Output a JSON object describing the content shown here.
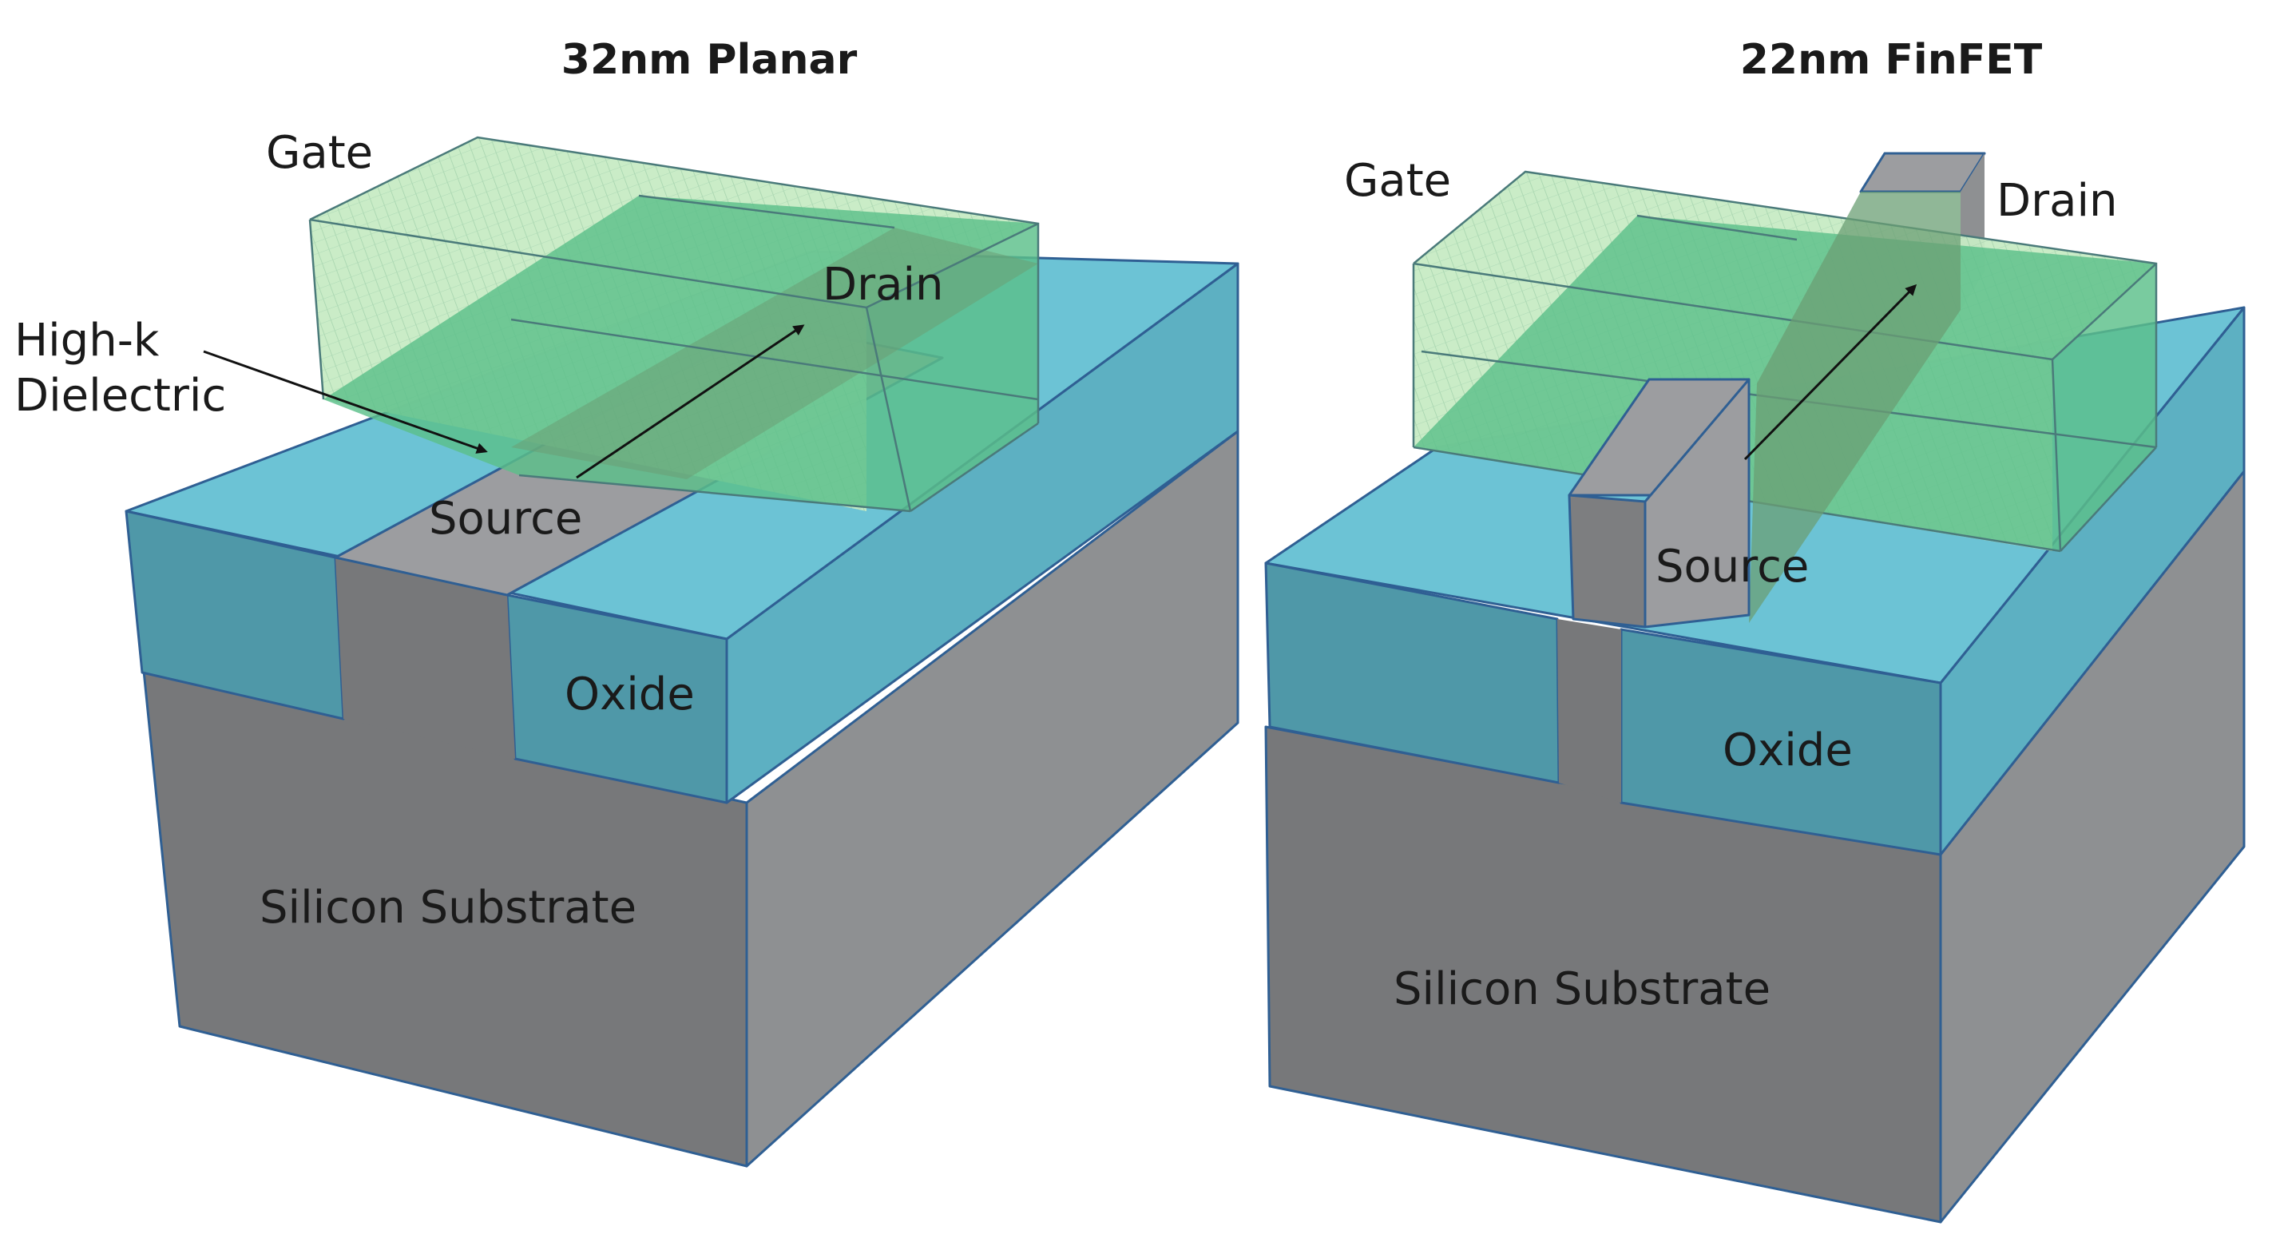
{
  "planar": {
    "title": "32nm Planar",
    "gate_label": "Gate",
    "dielectric_label_line1": "High-k",
    "dielectric_label_line2": "Dielectric",
    "drain_label": "Drain",
    "source_label": "Source",
    "oxide_label": "Oxide",
    "substrate_label": "Silicon Substrate"
  },
  "finfet": {
    "title": "22nm FinFET",
    "gate_label": "Gate",
    "drain_label": "Drain",
    "source_label": "Source",
    "oxide_label": "Oxide",
    "substrate_label": "Silicon Substrate"
  },
  "colors": {
    "oxide_top": "#6cc3d5",
    "oxide_front": "#4f98a8",
    "oxide_side": "#5db0c2",
    "substrate_front": "#77787a",
    "substrate_side": "#8e9092",
    "silicon_channel": "#9c9da0",
    "gate_fill": "#5cbf8a",
    "gate_outline": "#4a7a7a",
    "edge": "#2f5f93"
  }
}
